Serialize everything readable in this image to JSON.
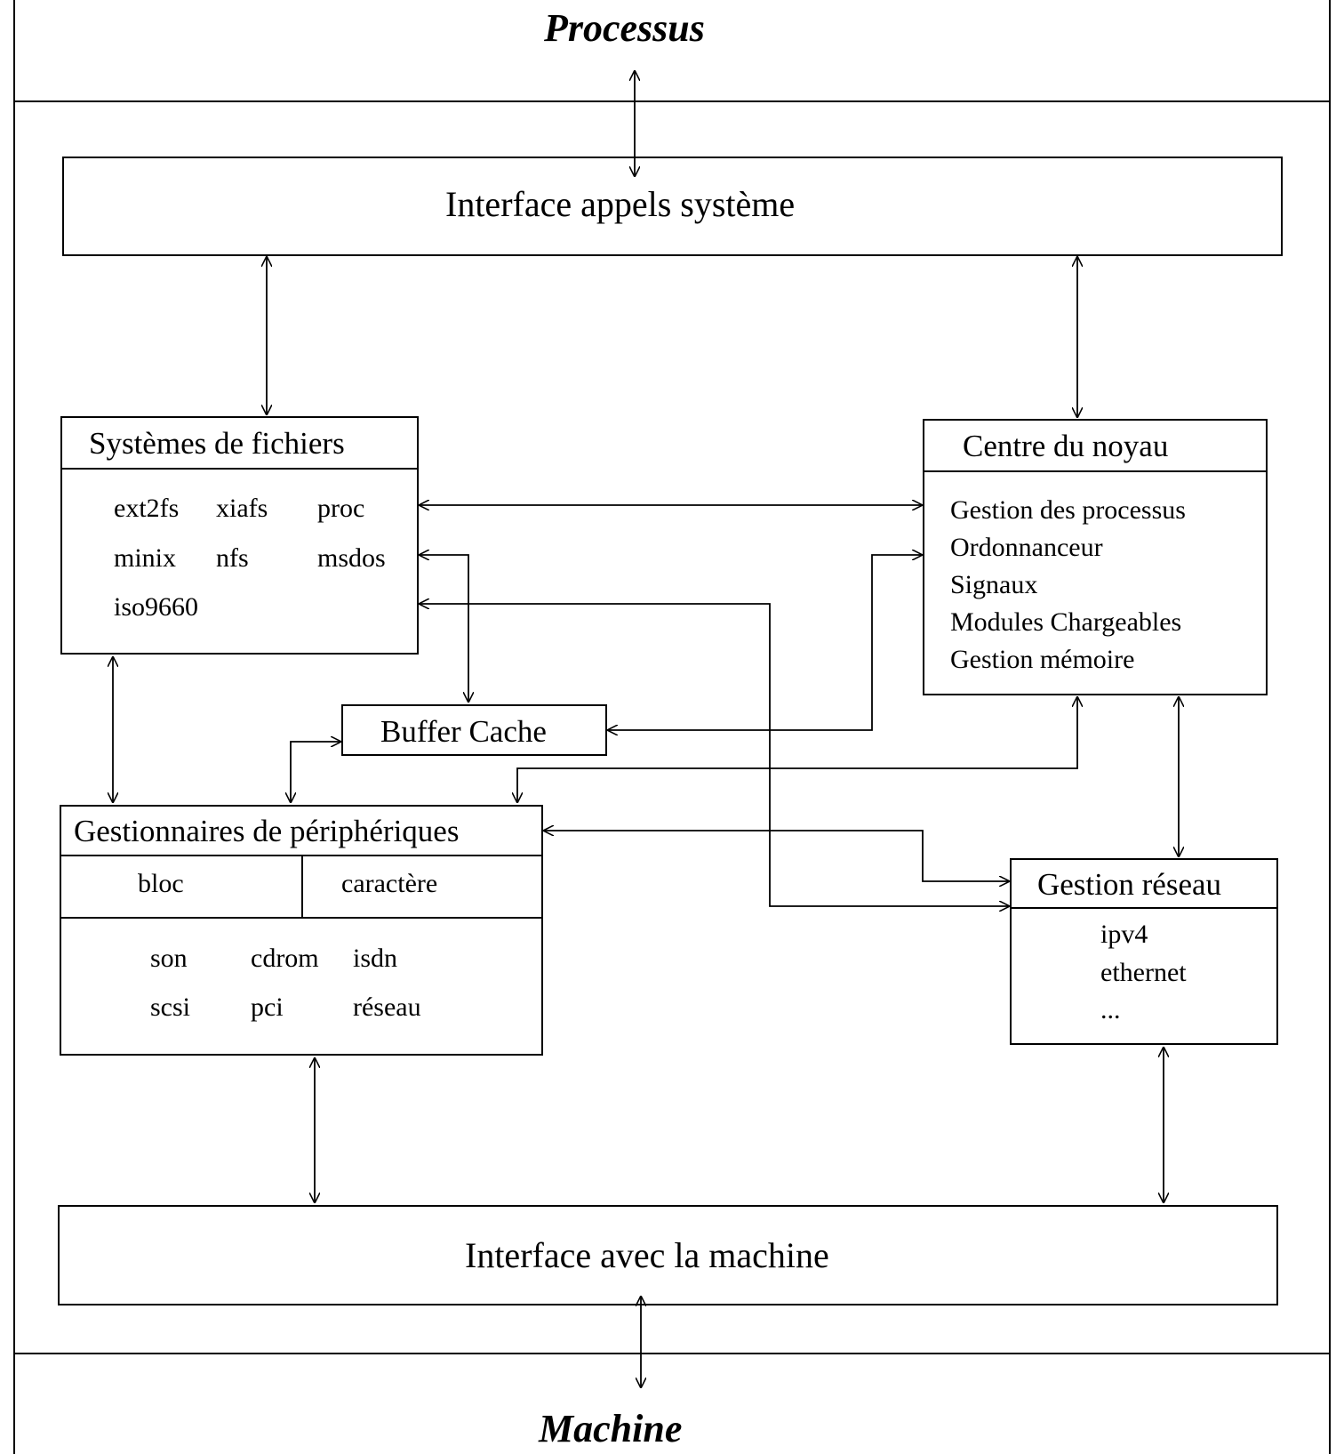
{
  "outer": {
    "top": "Processus",
    "bottom": "Machine"
  },
  "syscall_interface": "Interface appels système",
  "machine_interface": "Interface avec la machine",
  "filesystems": {
    "title": "Systèmes de fichiers",
    "items": [
      "ext2fs",
      "xiafs",
      "proc",
      "minix",
      "nfs",
      "msdos",
      "iso9660"
    ]
  },
  "kernel": {
    "title": "Centre du noyau",
    "items": [
      "Gestion des processus",
      "Ordonnanceur",
      "Signaux",
      "Modules Chargeables",
      "Gestion mémoire"
    ]
  },
  "buffer_cache": "Buffer Cache",
  "devices": {
    "title": "Gestionnaires de périphériques",
    "columns": [
      "bloc",
      "caractère"
    ],
    "items": [
      "son",
      "cdrom",
      "isdn",
      "scsi",
      "pci",
      "réseau"
    ]
  },
  "network": {
    "title": "Gestion réseau",
    "items": [
      "ipv4",
      "ethernet",
      "..."
    ]
  }
}
